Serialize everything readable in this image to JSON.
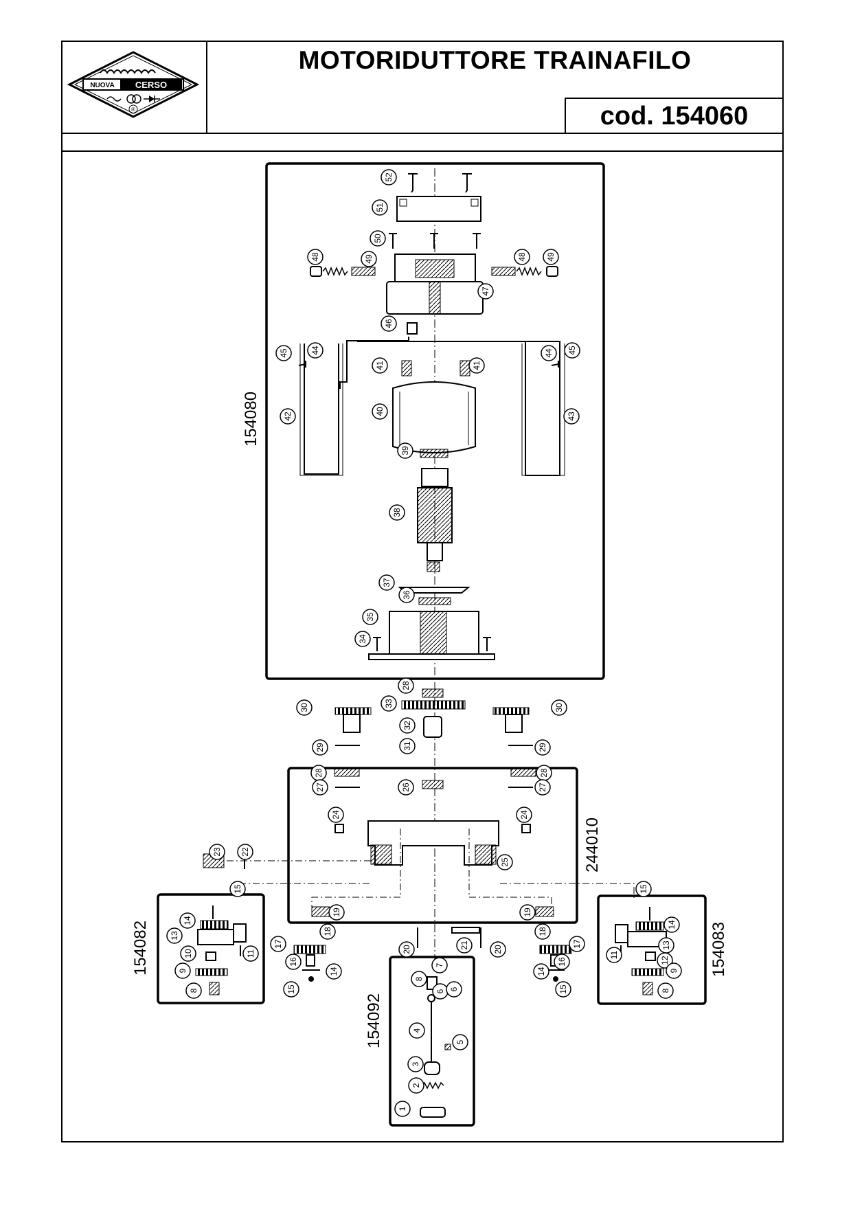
{
  "header": {
    "title": "MOTORIDUTTORE TRAINAFILO",
    "code": "cod. 154060",
    "logo": {
      "top": "NUOVA",
      "brand": "CERSO",
      "mark": "®"
    }
  },
  "groups": [
    {
      "code": "154080"
    },
    {
      "code": "244010"
    },
    {
      "code": "154082"
    },
    {
      "code": "154083"
    },
    {
      "code": "154092"
    }
  ],
  "parts": [
    "1",
    "2",
    "3",
    "4",
    "5",
    "6",
    "7",
    "8",
    "9",
    "10",
    "11",
    "12",
    "13",
    "14",
    "15",
    "16",
    "17",
    "18",
    "19",
    "20",
    "21",
    "22",
    "23",
    "24",
    "25",
    "26",
    "27",
    "28",
    "29",
    "30",
    "31",
    "32",
    "33",
    "34",
    "35",
    "36",
    "37",
    "38",
    "39",
    "40",
    "41",
    "42",
    "43",
    "44",
    "45",
    "46",
    "47",
    "48",
    "49",
    "50",
    "51",
    "52"
  ],
  "colors": {
    "ink": "#000000",
    "paper": "#ffffff"
  }
}
